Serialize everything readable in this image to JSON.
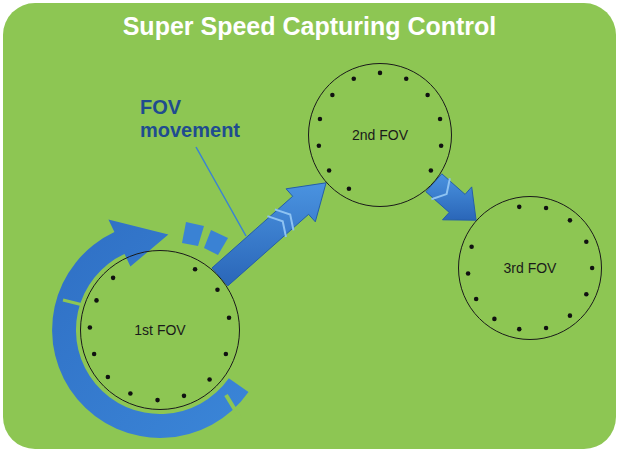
{
  "diagram": {
    "title": "Super Speed Capturing Control",
    "nodes": [
      {
        "text": [
          "1st FOV"
        ]
      },
      {
        "text": [
          "2nd FOV"
        ]
      },
      {
        "text": [
          "3rd FOV"
        ]
      }
    ],
    "edges": [
      {
        "from": 0,
        "to": 1,
        "arrow": "to"
      },
      {
        "from": 1,
        "to": 2,
        "arrow": "to"
      }
    ],
    "labels": [
      "FOV movement"
    ]
  }
}
